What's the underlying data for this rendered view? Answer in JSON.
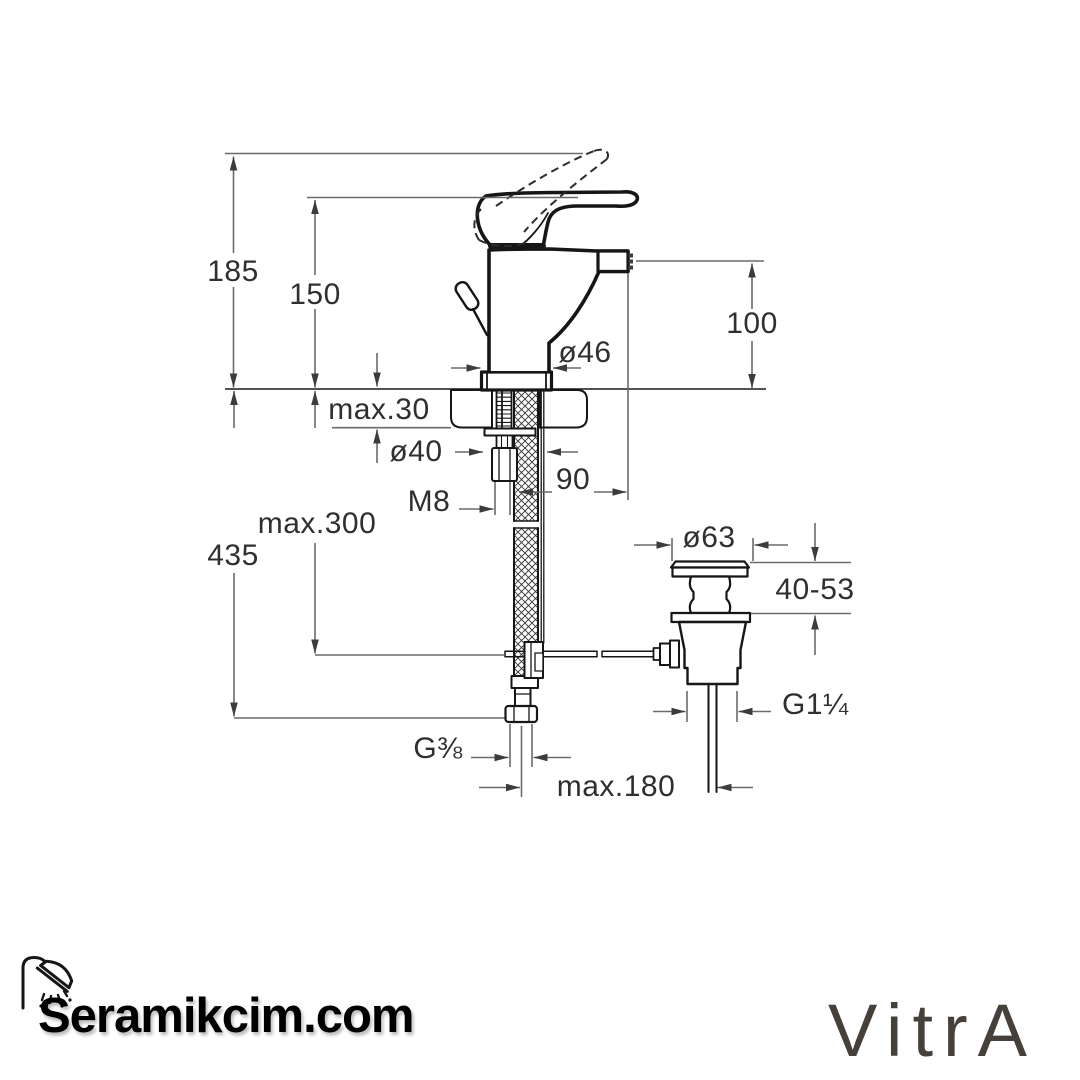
{
  "colors": {
    "background": "#ffffff",
    "ink": "#161616",
    "line": "#6a6a6a",
    "arrow": "#3c3c3c",
    "text": "#2f2f2f",
    "brand": "#46403a"
  },
  "drawing": {
    "description": "bidet-mixer-installation-dimensions",
    "dims": {
      "total_height": "185",
      "body_height": "150",
      "spout_height": "100",
      "body_diameter": "ø46",
      "deck_max_thickness": "max.30",
      "shank_nut_diameter": "ø40",
      "stud_thread": "M8",
      "spout_reach": "90",
      "popup_rod_max": "max.300",
      "hose_length": "435",
      "waste_flange_diameter": "ø63",
      "waste_height_range": "40-53",
      "waste_thread": "G1¼",
      "hose_thread": "G⅜",
      "waste_max_offset": "max.180"
    }
  },
  "footer": {
    "site": "Seramikcim.com",
    "site_icon": "shower-icon",
    "brand": "VitrA"
  }
}
